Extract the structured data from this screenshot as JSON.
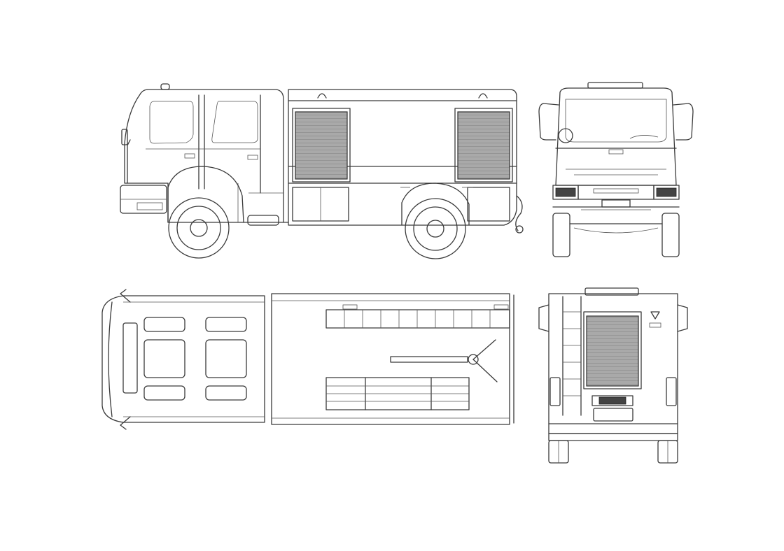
{
  "drawing": {
    "views": [
      "side",
      "front",
      "top",
      "rear"
    ],
    "line_color": "#3a3a3a",
    "shutter_color": "#a9a9a9",
    "background": "#ffffff"
  }
}
